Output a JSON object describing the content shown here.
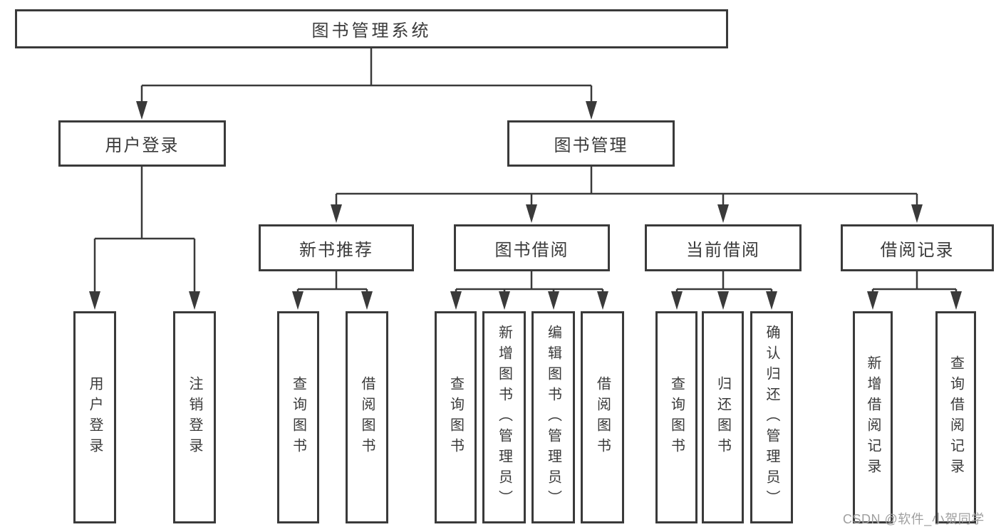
{
  "tree": {
    "label": "图书管理系统",
    "children": [
      {
        "label": "用户登录",
        "children": [
          {
            "label": "用户登录"
          },
          {
            "label": "注销登录"
          }
        ]
      },
      {
        "label": "图书管理",
        "children": [
          {
            "label": "新书推荐",
            "children": [
              {
                "label": "查询图书"
              },
              {
                "label": "借阅图书"
              }
            ]
          },
          {
            "label": "图书借阅",
            "children": [
              {
                "label": "查询图书"
              },
              {
                "label": "新增图书（管理员）"
              },
              {
                "label": "编辑图书（管理员）"
              },
              {
                "label": "借阅图书"
              }
            ]
          },
          {
            "label": "当前借阅",
            "children": [
              {
                "label": "查询图书"
              },
              {
                "label": "归还图书"
              },
              {
                "label": "确认归还（管理员）"
              }
            ]
          },
          {
            "label": "借阅记录",
            "children": [
              {
                "label": "新增借阅记录"
              },
              {
                "label": "查询借阅记录"
              }
            ]
          }
        ]
      }
    ]
  },
  "watermark": {
    "text": "CSDN @软件_小贺同学"
  },
  "colors": {
    "line": "#3a3a3a",
    "box_border": "#3a3a3a",
    "text": "#3a3a3a",
    "watermark": "#9f9f9f",
    "background": "#ffffff"
  }
}
